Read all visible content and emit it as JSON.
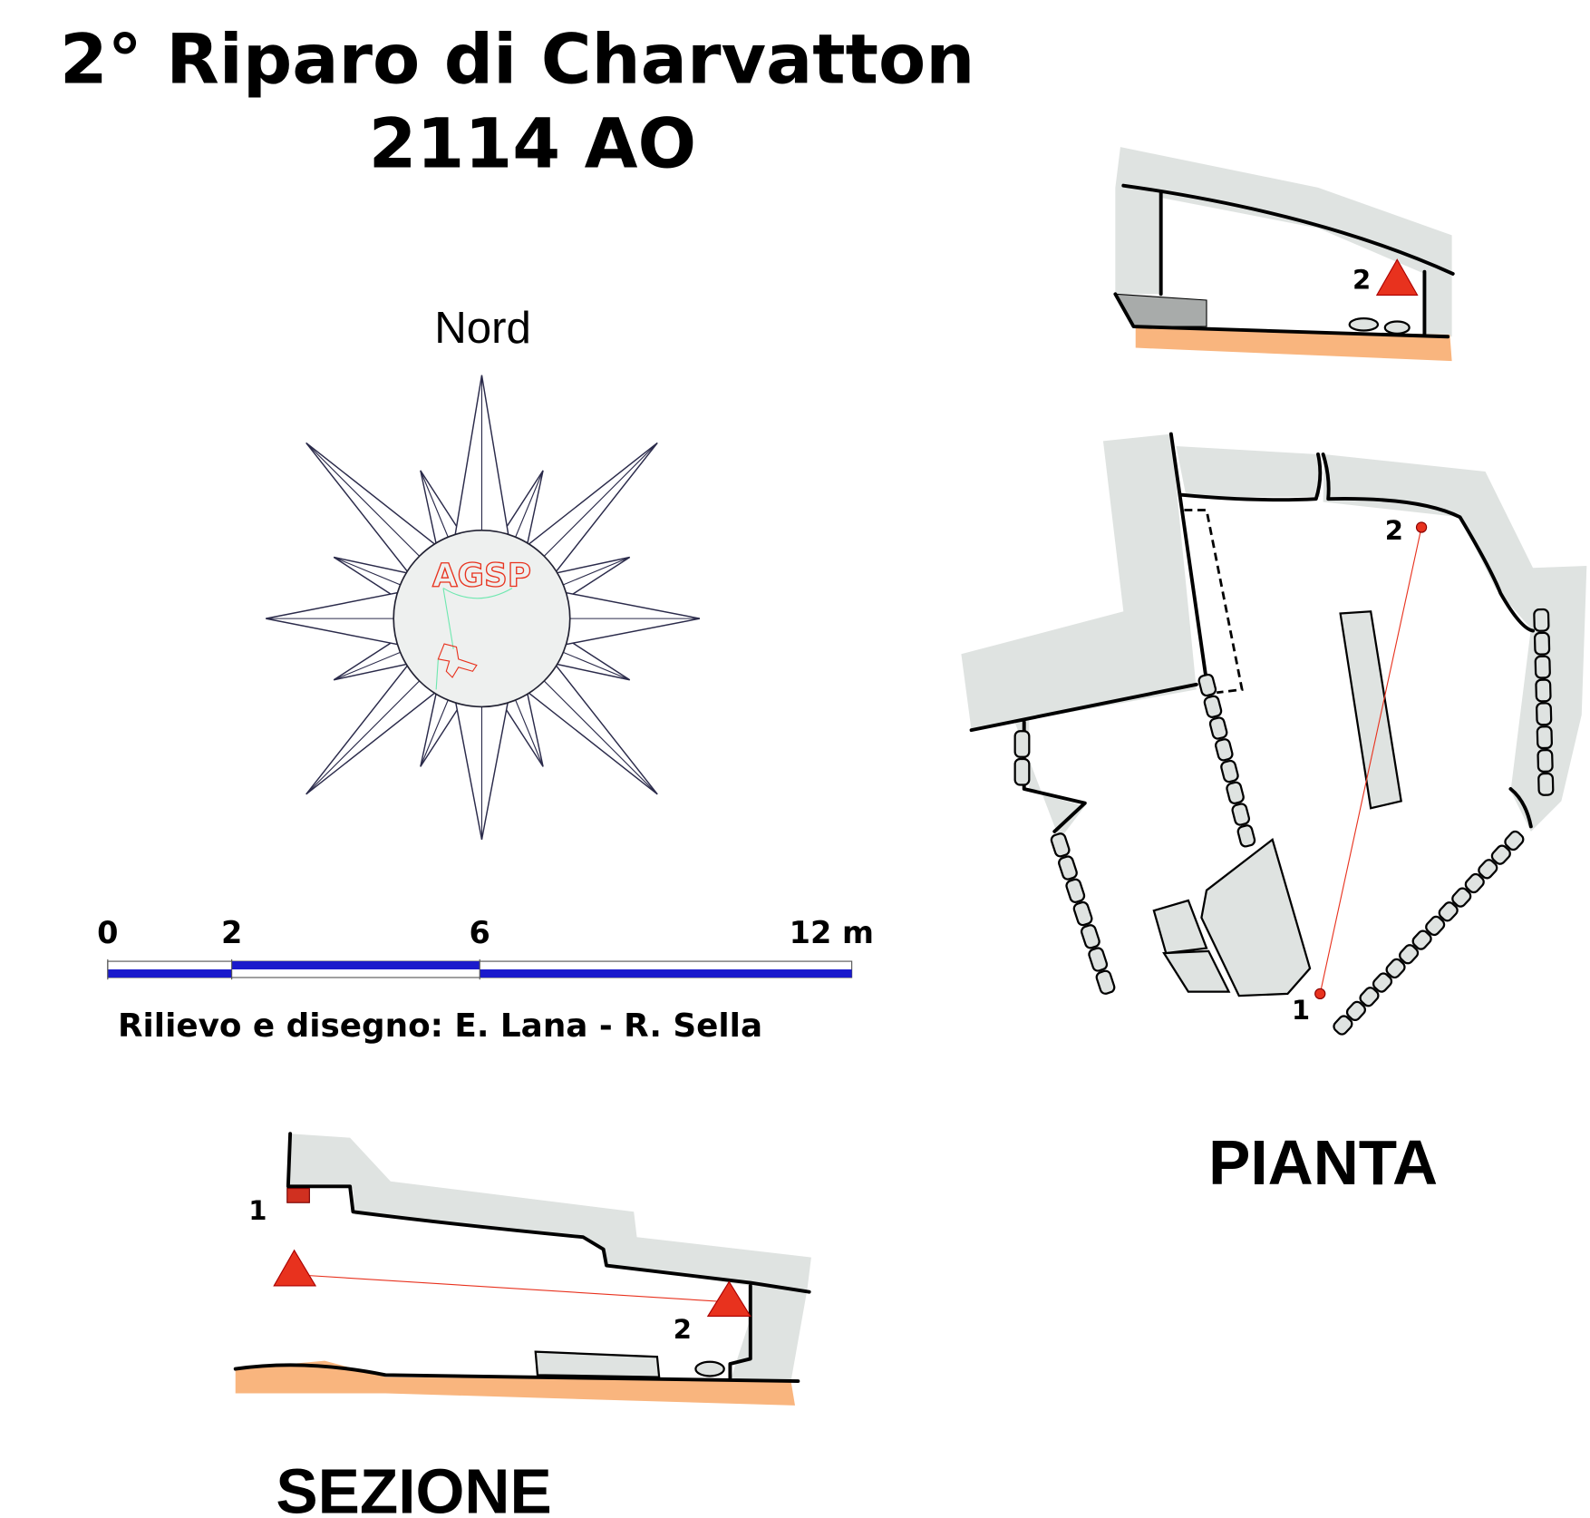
{
  "title": {
    "line1": "2° Riparo di Charvatton",
    "line2": "2114  AO"
  },
  "compass": {
    "label": "Nord",
    "logo": "AGSP"
  },
  "scale_bar": {
    "ticks": [
      {
        "value": 0,
        "label": "0"
      },
      {
        "value": 2,
        "label": "2"
      },
      {
        "value": 6,
        "label": "6"
      },
      {
        "value": 12,
        "label": "12 m"
      }
    ],
    "max": 12,
    "color": "#1a1acc"
  },
  "credits": "Rilievo e disegno: E. Lana - R. Sella",
  "plan": {
    "label": "PIANTA",
    "stations": [
      "1",
      "2"
    ]
  },
  "section": {
    "label": "SEZIONE",
    "stations": [
      "1",
      "2"
    ]
  },
  "colors": {
    "rock": "#dfe3e1",
    "ground": "#f9b57e",
    "survey": "#e8321e"
  }
}
